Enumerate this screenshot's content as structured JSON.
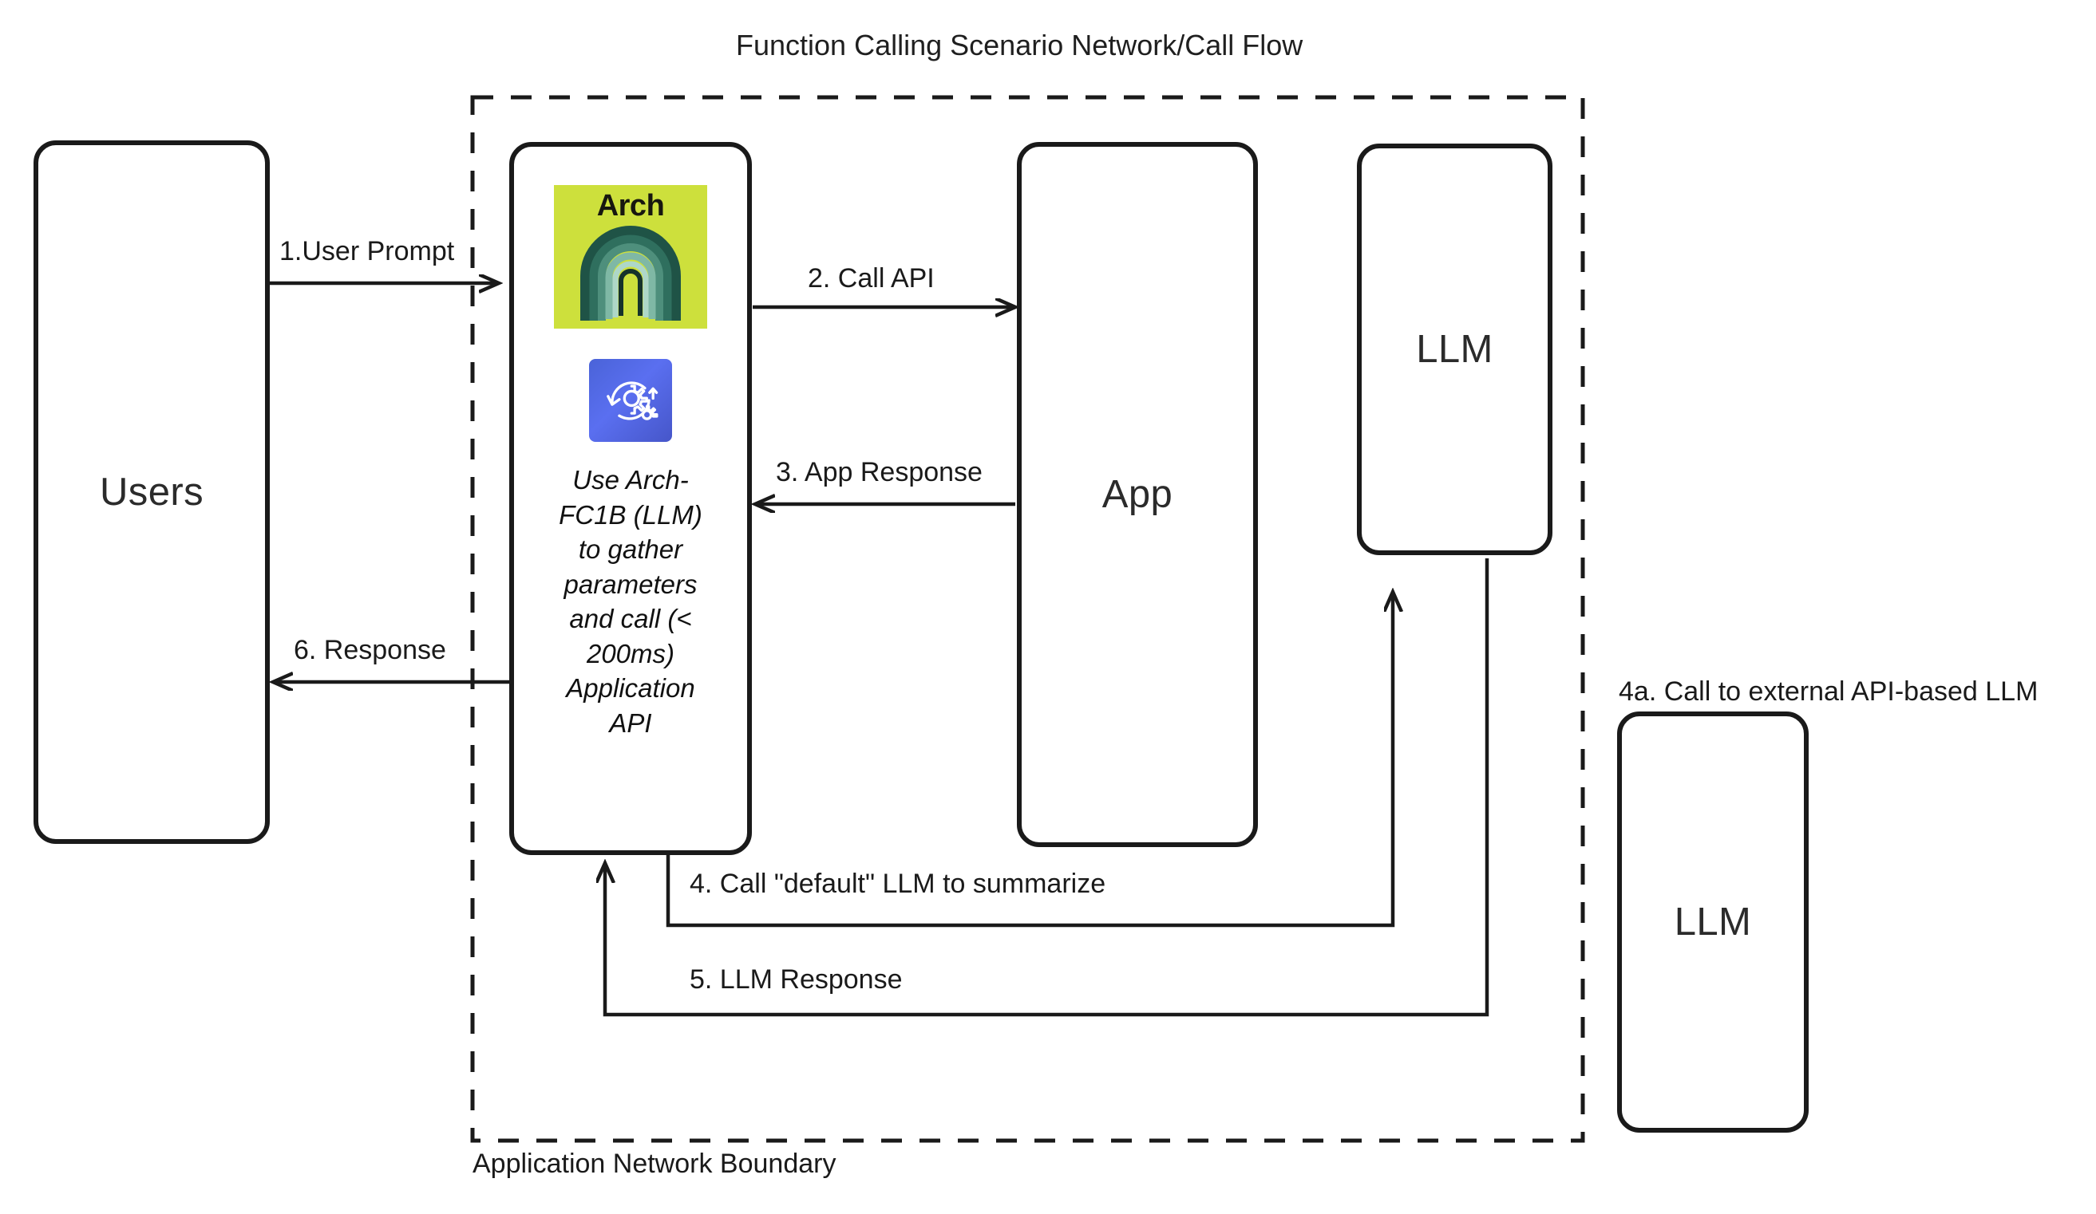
{
  "diagram": {
    "title": "Function Calling Scenario Network/Call Flow",
    "boundary_label": "Application Network Boundary",
    "external_note": "4a. Call to external API-based LLM",
    "colors": {
      "stroke": "#1a1a1a",
      "arch_logo_bg": "#cde03c",
      "arch_logo_arch": "#2f6f62",
      "fc_icon_bg": "#4f63dd",
      "background": "#ffffff"
    }
  },
  "nodes": {
    "users": {
      "label": "Users"
    },
    "arch": {
      "logo_text": "Arch",
      "logo_icon": "arch-bridge-icon",
      "fc_icon": "gears-refresh-icon",
      "caption": "Use Arch-FC1B (LLM) to gather parameters and call (< 200ms) Application API"
    },
    "app": {
      "label": "App"
    },
    "llm_internal": {
      "label": "LLM"
    },
    "llm_external": {
      "label": "LLM"
    }
  },
  "edges": [
    {
      "id": "e1",
      "label": "1.User Prompt",
      "from": "users",
      "to": "arch"
    },
    {
      "id": "e2",
      "label": "2. Call API",
      "from": "arch",
      "to": "app"
    },
    {
      "id": "e3",
      "label": "3. App Response",
      "from": "app",
      "to": "arch"
    },
    {
      "id": "e4",
      "label": "4. Call \"default\" LLM to summarize",
      "from": "arch",
      "to": "llm_internal"
    },
    {
      "id": "e5",
      "label": "5. LLM Response",
      "from": "llm_internal",
      "to": "arch"
    },
    {
      "id": "e6",
      "label": "6.  Response",
      "from": "arch",
      "to": "users"
    }
  ]
}
